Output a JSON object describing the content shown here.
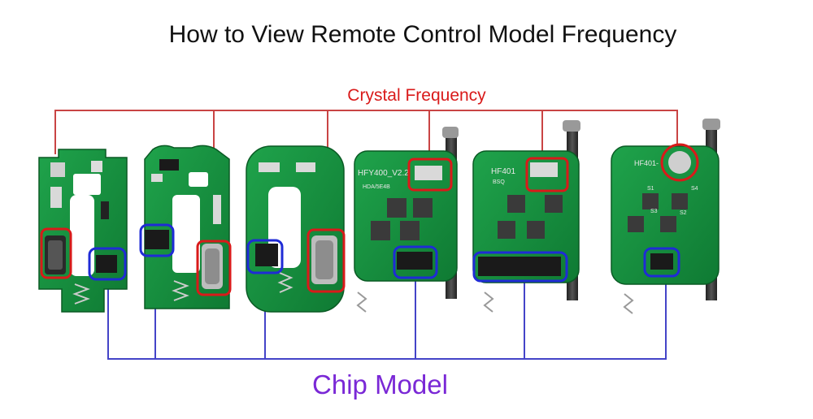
{
  "title": "How to View Remote Control Model Frequency",
  "labels": {
    "crystal_frequency": "Crystal Frequency",
    "chip_model": "Chip Model"
  },
  "boards": {
    "board_4": {
      "silkscreen": "HFY400_V2.2",
      "sub": "HDA/5E4B"
    },
    "board_5": {
      "silkscreen": "HF401",
      "sub": "BSQ"
    },
    "board_6": {
      "silkscreen": "HF401-"
    },
    "buttons": [
      "S1",
      "S2",
      "S3",
      "S4"
    ]
  },
  "colors": {
    "crystal_highlight": "#d91a1a",
    "chip_highlight": "#1f2bd6",
    "chip_label": "#7a28d6",
    "connector_red": "#c83c3c",
    "connector_blue": "#3c3cc8",
    "pcb_green": "#17903f",
    "pcb_dark": "#0d6e2c"
  }
}
